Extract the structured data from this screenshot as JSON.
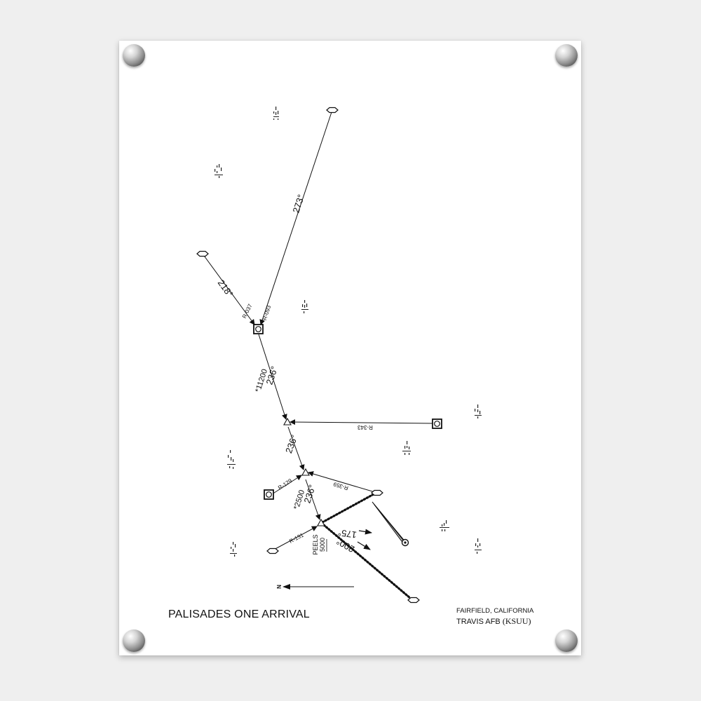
{
  "chart": {
    "title": "PALISADES ONE ARRIVAL",
    "location_city": "FAIRFIELD, CALIFORNIA",
    "airport_name": "TRAVIS AFB",
    "airport_code": "(KSUU)"
  },
  "labels": {
    "course_273": "273°",
    "course_218": "218°",
    "radial_037": "R-037",
    "radial_093": "R-093",
    "altitude_11200": "*11200",
    "course_236_a": "236°",
    "radial_343": "R-343",
    "course_236_b": "236°",
    "radial_129": "R-129",
    "radial_359": "R-359",
    "altitude_2500": "*2500",
    "course_236_c": "236°",
    "course_175": "175°",
    "course_200": "200°",
    "radial_131": "R-131",
    "fix_name": "PEELS",
    "fix_altitude": "5000",
    "north_marker": "N"
  }
}
